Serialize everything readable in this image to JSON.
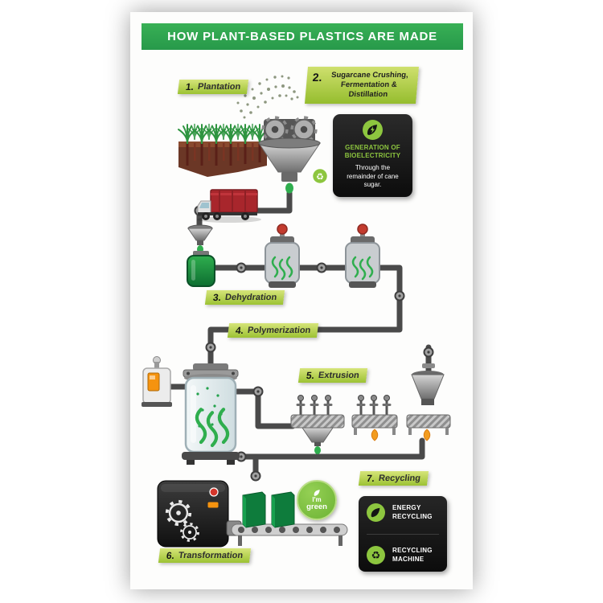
{
  "title": "HOW PLANT-BASED PLASTICS ARE MADE",
  "steps": {
    "plantation": {
      "num": "1.",
      "label": "Plantation"
    },
    "crushing": {
      "num": "2.",
      "label": "Sugarcane Crushing, Fermentation & Distillation"
    },
    "dehydration": {
      "num": "3.",
      "label": "Dehydration"
    },
    "polymerization": {
      "num": "4.",
      "label": "Polymerization"
    },
    "extrusion": {
      "num": "5.",
      "label": "Extrusion"
    },
    "transformation": {
      "num": "6.",
      "label": "Transformation"
    },
    "recycling": {
      "num": "7.",
      "label": "Recycling"
    }
  },
  "bioelectricity": {
    "heading": "GENERATION OF BIOELECTRICITY",
    "body": "Through the remainder of cane sugar."
  },
  "legend": {
    "items": [
      {
        "label": "ENERGY RECYCLING"
      },
      {
        "label": "RECYCLING MACHINE"
      }
    ]
  },
  "badge": {
    "line1": "I'm",
    "line2": "green"
  },
  "icons": {
    "recycle_glyph": "♻"
  },
  "colors": {
    "header_green": "#2fa351",
    "ribbon_green": "#a9cf3d",
    "panel_black": "#141414",
    "accent_green": "#8dc63f",
    "pipe_gray": "#4a4a4a",
    "liquid_green": "#2fae4e",
    "truck_red": "#a8262c",
    "soil_brown": "#6b3726"
  }
}
